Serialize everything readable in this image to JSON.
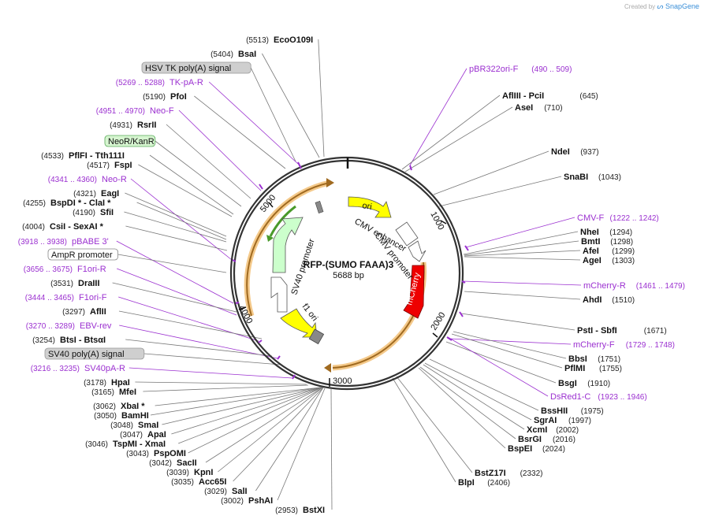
{
  "credit": {
    "prefix": "Created by",
    "brand": "SnapGene"
  },
  "plasmid": {
    "name": "RFP-(SUMO FAAA)3",
    "size": "5688 bp"
  },
  "ticks": [
    "1000",
    "2000",
    "3000",
    "4000",
    "5000"
  ],
  "features": [
    {
      "label": "ori",
      "color": "#ffff00"
    },
    {
      "label": "CMV enhancer",
      "color": "#ffffff"
    },
    {
      "label": "CMV promoter",
      "color": "#ffffff"
    },
    {
      "label": "mCherry",
      "color": "#ee0000"
    },
    {
      "label": "f1 ori",
      "color": "#ffff00"
    },
    {
      "label": "SV40 promoter",
      "color": "#ffffff"
    },
    {
      "label": "AmpR promoter",
      "color": "#ffffff"
    },
    {
      "label": "NeoR/KanR",
      "color": "#ccffcc"
    },
    {
      "label": "HSV TK poly(A) signal",
      "color": "#cccccc"
    },
    {
      "label": "SV40 poly(A) signal",
      "color": "#cccccc"
    }
  ],
  "colors": {
    "primer": "#9b30d0",
    "orf": "#e8a030",
    "backbone": "#333333"
  },
  "labels_left": [
    {
      "pos": "(5513)",
      "name": "EcoO109I"
    },
    {
      "pos": "(5404)",
      "name": "BsaI"
    },
    {
      "pos": "",
      "name": "HSV TK poly(A) signal",
      "kind": "gray"
    },
    {
      "pos": "(5269 .. 5288)",
      "name": "TK-pA-R",
      "kind": "primer"
    },
    {
      "pos": "(5190)",
      "name": "PfoI"
    },
    {
      "pos": "(4951 .. 4970)",
      "name": "Neo-F",
      "kind": "primer"
    },
    {
      "pos": "(4931)",
      "name": "RsrII"
    },
    {
      "pos": "",
      "name": "NeoR/KanR",
      "kind": "green"
    },
    {
      "pos": "(4533)",
      "name": "PflFI - Tth111I"
    },
    {
      "pos": "(4517)",
      "name": "FspI"
    },
    {
      "pos": "(4341 .. 4360)",
      "name": "Neo-R",
      "kind": "primer"
    },
    {
      "pos": "(4321)",
      "name": "EagI"
    },
    {
      "pos": "(4255)",
      "name": "BspDI * - ClaI *"
    },
    {
      "pos": "(4190)",
      "name": "SfiI"
    },
    {
      "pos": "(4004)",
      "name": "CsiI - SexAI *"
    },
    {
      "pos": "(3918 .. 3938)",
      "name": "pBABE 3'",
      "kind": "primer"
    },
    {
      "pos": "",
      "name": "AmpR promoter",
      "kind": "white"
    },
    {
      "pos": "(3656 .. 3675)",
      "name": "F1ori-R",
      "kind": "primer"
    },
    {
      "pos": "(3531)",
      "name": "DraIII"
    },
    {
      "pos": "(3444 .. 3465)",
      "name": "F1ori-F",
      "kind": "primer"
    },
    {
      "pos": "(3297)",
      "name": "AflII"
    },
    {
      "pos": "(3270 .. 3289)",
      "name": "EBV-rev",
      "kind": "primer"
    },
    {
      "pos": "(3254)",
      "name": "BtsI - BtsαI"
    },
    {
      "pos": "",
      "name": "SV40 poly(A) signal",
      "kind": "gray"
    },
    {
      "pos": "(3216 .. 3235)",
      "name": "SV40pA-R",
      "kind": "primer"
    },
    {
      "pos": "(3178)",
      "name": "HpaI"
    },
    {
      "pos": "(3165)",
      "name": "MfeI"
    },
    {
      "pos": "(3062)",
      "name": "XbaI *"
    },
    {
      "pos": "(3050)",
      "name": "BamHI"
    },
    {
      "pos": "(3048)",
      "name": "SmaI"
    },
    {
      "pos": "(3047)",
      "name": "ApaI"
    },
    {
      "pos": "(3046)",
      "name": "TspMI - XmaI"
    },
    {
      "pos": "(3043)",
      "name": "PspOMI"
    },
    {
      "pos": "(3042)",
      "name": "SacII"
    },
    {
      "pos": "(3039)",
      "name": "KpnI"
    },
    {
      "pos": "(3035)",
      "name": "Acc65I"
    },
    {
      "pos": "(3029)",
      "name": "SalI"
    },
    {
      "pos": "(3002)",
      "name": "PshAI"
    },
    {
      "pos": "(2953)",
      "name": "BstXI"
    }
  ],
  "labels_right": [
    {
      "name": "pBR322ori-F",
      "pos": "(490 .. 509)",
      "kind": "primer"
    },
    {
      "name": "AflIII - PciI",
      "pos": "(645)"
    },
    {
      "name": "AseI",
      "pos": "(710)"
    },
    {
      "name": "NdeI",
      "pos": "(937)"
    },
    {
      "name": "SnaBI",
      "pos": "(1043)"
    },
    {
      "name": "CMV-F",
      "pos": "(1222 .. 1242)",
      "kind": "primer"
    },
    {
      "name": "NheI",
      "pos": "(1294)"
    },
    {
      "name": "BmtI",
      "pos": "(1298)"
    },
    {
      "name": "AfeI",
      "pos": "(1299)"
    },
    {
      "name": "AgeI",
      "pos": "(1303)"
    },
    {
      "name": "mCherry-R",
      "pos": "(1461 .. 1479)",
      "kind": "primer"
    },
    {
      "name": "AhdI",
      "pos": "(1510)"
    },
    {
      "name": "PstI - SbfI",
      "pos": "(1671)"
    },
    {
      "name": "mCherry-F",
      "pos": "(1729 .. 1748)",
      "kind": "primer"
    },
    {
      "name": "BbsI",
      "pos": "(1751)"
    },
    {
      "name": "PflMI",
      "pos": "(1755)"
    },
    {
      "name": "BsgI",
      "pos": "(1910)"
    },
    {
      "name": "DsRed1-C",
      "pos": "(1923 .. 1946)",
      "kind": "primer"
    },
    {
      "name": "BssHII",
      "pos": "(1975)"
    },
    {
      "name": "SgrAI",
      "pos": "(1997)"
    },
    {
      "name": "XcmI",
      "pos": "(2002)"
    },
    {
      "name": "BsrGI",
      "pos": "(2016)"
    },
    {
      "name": "BspEI",
      "pos": "(2024)"
    },
    {
      "name": "BstZ17I",
      "pos": "(2332)"
    },
    {
      "name": "BlpI",
      "pos": "(2406)"
    }
  ]
}
